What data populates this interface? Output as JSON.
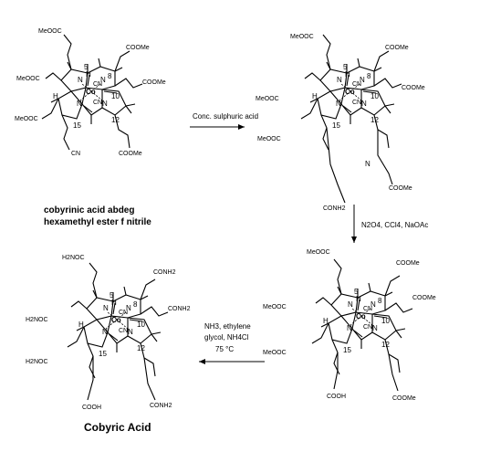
{
  "molecules": [
    {
      "id": "start",
      "caption_line1": "cobyrinic acid abdeg",
      "caption_line2": "hexamethyl ester f nitrile",
      "labels": {
        "a": "MeOOC",
        "b": "COOMe",
        "c": "COOMe",
        "d": "MeOOC",
        "e": "MeOOC",
        "f": "CN",
        "g": "COOMe",
        "co": "Co",
        "cn1": "CN",
        "cn2": "CN",
        "n5": "5",
        "n8": "8",
        "n10": "10",
        "n12": "12",
        "n15": "15",
        "h1": "H",
        "h2": "H",
        "N1": "N",
        "N2": "N",
        "N3": "N",
        "N4": "N"
      }
    },
    {
      "id": "lactam",
      "labels": {
        "a": "MeOOC",
        "b": "COOMe",
        "c": "COOMe",
        "d": "MeOOC",
        "e": "MeOOC",
        "f": "CONH2",
        "g": "COOMe",
        "co": "Co",
        "cn1": "CN",
        "cn2": "CN",
        "n5": "5",
        "n8": "8",
        "n10": "10",
        "n12": "12",
        "n15": "15",
        "h1": "H",
        "h2": "H",
        "N1": "N",
        "N2": "N",
        "N3": "N",
        "N4": "N",
        "N5": "N"
      }
    },
    {
      "id": "acid",
      "labels": {
        "a": "MeOOC",
        "b": "COOMe",
        "c": "COOMe",
        "d": "MeOOC",
        "e": "MeOOC",
        "f": "COOH",
        "g": "COOMe",
        "co": "Co",
        "cn1": "CN",
        "cn2": "CN",
        "n5": "5",
        "n8": "8",
        "n10": "10",
        "n12": "12",
        "n15": "15",
        "h1": "H",
        "h2": "H",
        "N1": "N",
        "N2": "N",
        "N3": "N",
        "N4": "N"
      }
    },
    {
      "id": "cobyric",
      "title": "Cobyric Acid",
      "labels": {
        "a": "H2NOC",
        "b": "CONH2",
        "c": "CONH2",
        "d": "H2NOC",
        "e": "H2NOC",
        "f": "COOH",
        "g": "CONH2",
        "co": "Co",
        "cn1": "CN",
        "cn2": "CN",
        "n5": "5",
        "n8": "8",
        "n10": "10",
        "n12": "12",
        "n15": "15",
        "h1": "H",
        "h2": "H",
        "N1": "N",
        "N2": "N",
        "N3": "N",
        "N4": "N"
      }
    }
  ],
  "reactions": {
    "step1": "Conc. sulphuric acid",
    "step2": "N2O4, CCl4, NaOAc",
    "step3_line1": "NH3, ethylene",
    "step3_line2": "glycol, NH4Cl",
    "step3_line3": "75 °C"
  }
}
